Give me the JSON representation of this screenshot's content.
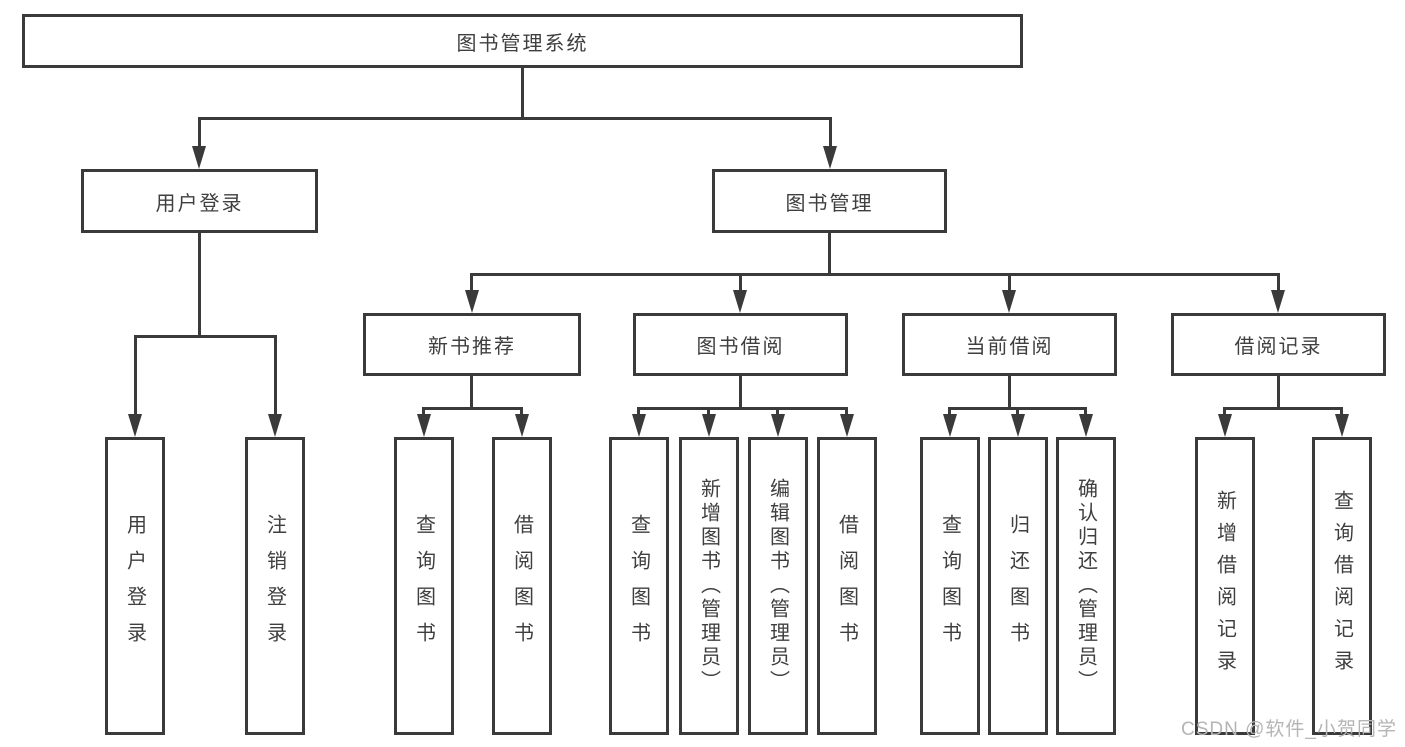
{
  "colors": {
    "line": "#3a3a3a",
    "text": "#3f3f3f",
    "watermark": "#b5b5b5"
  },
  "tree": {
    "root": {
      "label": "图书管理系统"
    },
    "branches": [
      {
        "label": "用户登录",
        "children": [
          {
            "label": "用户登录"
          },
          {
            "label": "注销登录"
          }
        ]
      },
      {
        "label": "图书管理",
        "children": [
          {
            "label": "新书推荐",
            "children": [
              {
                "label": "查询图书"
              },
              {
                "label": "借阅图书"
              }
            ]
          },
          {
            "label": "图书借阅",
            "children": [
              {
                "label": "查询图书"
              },
              {
                "label": "新增图书（管理员）"
              },
              {
                "label": "编辑图书（管理员）"
              },
              {
                "label": "借阅图书"
              }
            ]
          },
          {
            "label": "当前借阅",
            "children": [
              {
                "label": "查询图书"
              },
              {
                "label": "归还图书"
              },
              {
                "label": "确认归还（管理员）"
              }
            ]
          },
          {
            "label": "借阅记录",
            "children": [
              {
                "label": "新增借阅记录"
              },
              {
                "label": "查询借阅记录"
              }
            ]
          }
        ]
      }
    ]
  },
  "watermark": "CSDN @软件_小贺同学"
}
